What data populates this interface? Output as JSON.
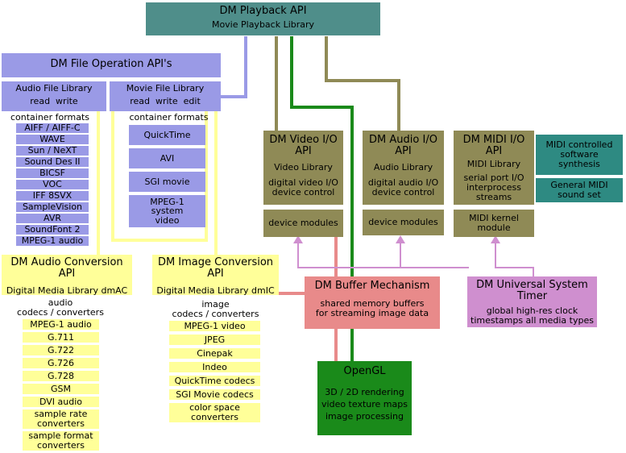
{
  "playback": {
    "title": "DM Playback API",
    "subtitle": "Movie Playback Library"
  },
  "file_op": {
    "title": "DM File Operation API's",
    "audio_lib": {
      "title": "Audio File Library",
      "ops": "read  write"
    },
    "movie_lib": {
      "title": "Movie File Library",
      "ops": "read  write  edit"
    },
    "audio_formats_label": "container formats",
    "movie_formats_label": "container formats",
    "audio_formats": [
      "AIFF / AIFF-C",
      "WAVE",
      "Sun / NeXT",
      "Sound Des  II",
      "BICSF",
      "VOC",
      "IFF 8SVX",
      "SampleVision",
      "AVR",
      "SoundFont 2",
      "MPEG-1 audio"
    ],
    "movie_formats": [
      "QuickTime",
      "AVI",
      "SGI movie",
      "MPEG-1\nsystem\nvideo"
    ]
  },
  "video_io": {
    "title": "DM Video I/O\nAPI",
    "lib": "Video Library",
    "desc": "digital video I/O\ndevice control",
    "modules": "device modules"
  },
  "audio_io": {
    "title": "DM Audio I/O\nAPI",
    "lib": "Audio Library",
    "desc": "digital audio I/O\ndevice control",
    "modules": "device modules"
  },
  "midi_io": {
    "title": "DM MIDI I/O\nAPI",
    "lib": "MIDI Library",
    "desc": "serial port I/O\ninterprocess\nstreams",
    "modules": "MIDI kernel\nmodule"
  },
  "midi_side": {
    "synth": "MIDI controlled\nsoftware\nsynthesis",
    "sound_set": "General MIDI\nsound set"
  },
  "audio_conv": {
    "title": "DM Audio Conversion\nAPI",
    "lib": "Digital Media Library dmAC",
    "codecs_label": "audio\ncodecs / converters",
    "codecs": [
      "MPEG-1 audio",
      "G.711",
      "G.722",
      "G.726",
      "G.728",
      "GSM",
      "DVI audio",
      "sample rate\nconverters",
      "sample format\nconverters"
    ]
  },
  "image_conv": {
    "title": "DM Image Conversion\nAPI",
    "lib": "Digital Media Library dmIC",
    "codecs_label": "image\ncodecs / converters",
    "codecs": [
      "MPEG-1 video",
      "JPEG",
      "Cinepak",
      "Indeo",
      "QuickTime codecs",
      "SGI Movie codecs",
      "color space\nconverters"
    ]
  },
  "buffer": {
    "title": "DM Buffer Mechanism",
    "desc": "shared memory buffers\nfor streaming image data"
  },
  "timer": {
    "title": "DM Universal System\nTimer",
    "desc": "global high-res clock\ntimestamps all media types"
  },
  "opengl": {
    "title": "OpenGL",
    "desc": "3D / 2D rendering\nvideo texture maps\nimage processing"
  },
  "colors": {
    "teal": "#4f8e8a",
    "lavender": "#9a9ae6",
    "olive": "#8f8a56",
    "pale_yellow": "#ffff99",
    "salmon": "#e88a8a",
    "purple": "#cf8fcf",
    "green": "#1a8a1a",
    "dark_teal": "#2e8a82"
  }
}
